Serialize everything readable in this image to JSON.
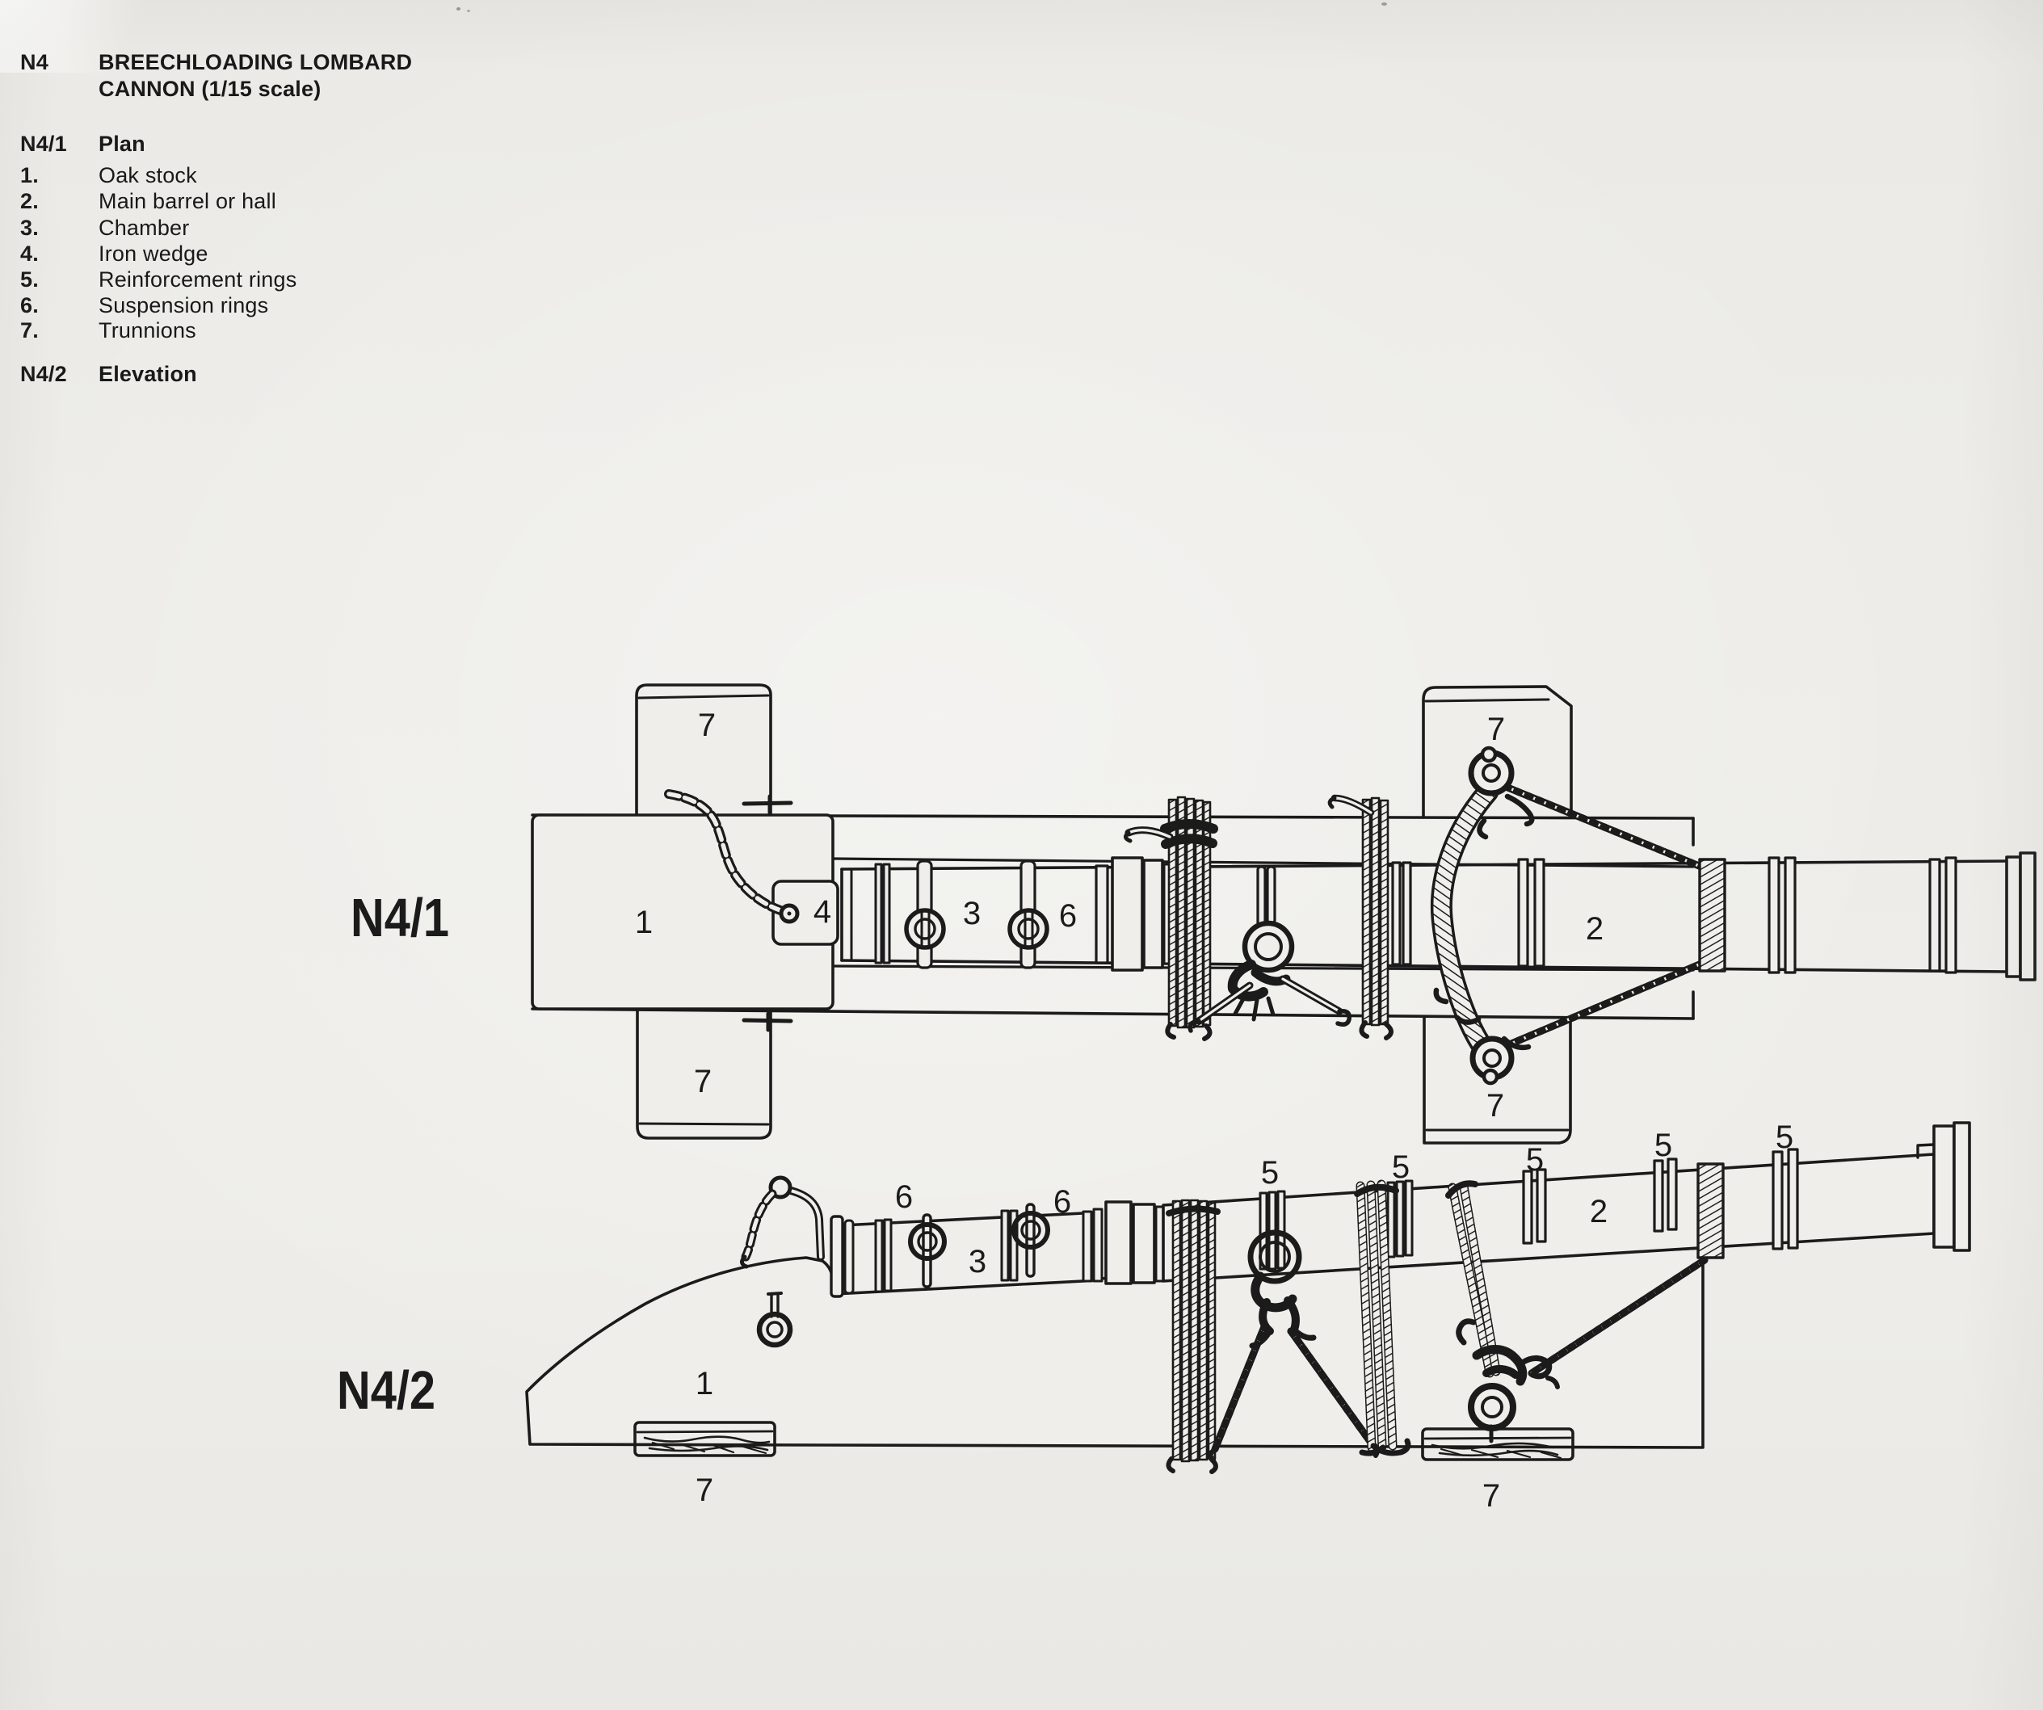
{
  "header": {
    "ref": "N4",
    "title_line1": "BREECHLOADING LOMBARD",
    "title_line2": "CANNON (1/15 scale)",
    "section1_ref": "N4/1",
    "section1_title": "Plan",
    "section2_ref": "N4/2",
    "section2_title": "Elevation",
    "legend": [
      {
        "num": "1.",
        "label": "Oak stock"
      },
      {
        "num": "2.",
        "label": "Main barrel or hall"
      },
      {
        "num": "3.",
        "label": "Chamber"
      },
      {
        "num": "4.",
        "label": "Iron wedge"
      },
      {
        "num": "5.",
        "label": "Reinforcement rings"
      },
      {
        "num": "6.",
        "label": "Suspension rings"
      },
      {
        "num": "7.",
        "label": "Trunnions"
      }
    ]
  },
  "figures": {
    "plan": {
      "label": "N4/1",
      "callouts": {
        "trunnion_top_left": "7",
        "trunnion_bottom_left": "7",
        "trunnion_top_right": "7",
        "trunnion_bottom_right": "7",
        "oak_stock": "1",
        "iron_wedge": "4",
        "chamber": "3",
        "suspension_ring": "6",
        "main_barrel": "2"
      }
    },
    "elevation": {
      "label": "N4/2",
      "callouts": {
        "suspension_ring_a": "6",
        "suspension_ring_b": "6",
        "chamber": "3",
        "oak_stock": "1",
        "trunnion_left": "7",
        "trunnion_right": "7",
        "ring_1": "5",
        "ring_2": "5",
        "ring_3": "5",
        "ring_4": "5",
        "ring_5": "5",
        "main_barrel": "2"
      }
    }
  },
  "colors": {
    "ink": "#1b1b1b",
    "paper": "#eeede9"
  }
}
